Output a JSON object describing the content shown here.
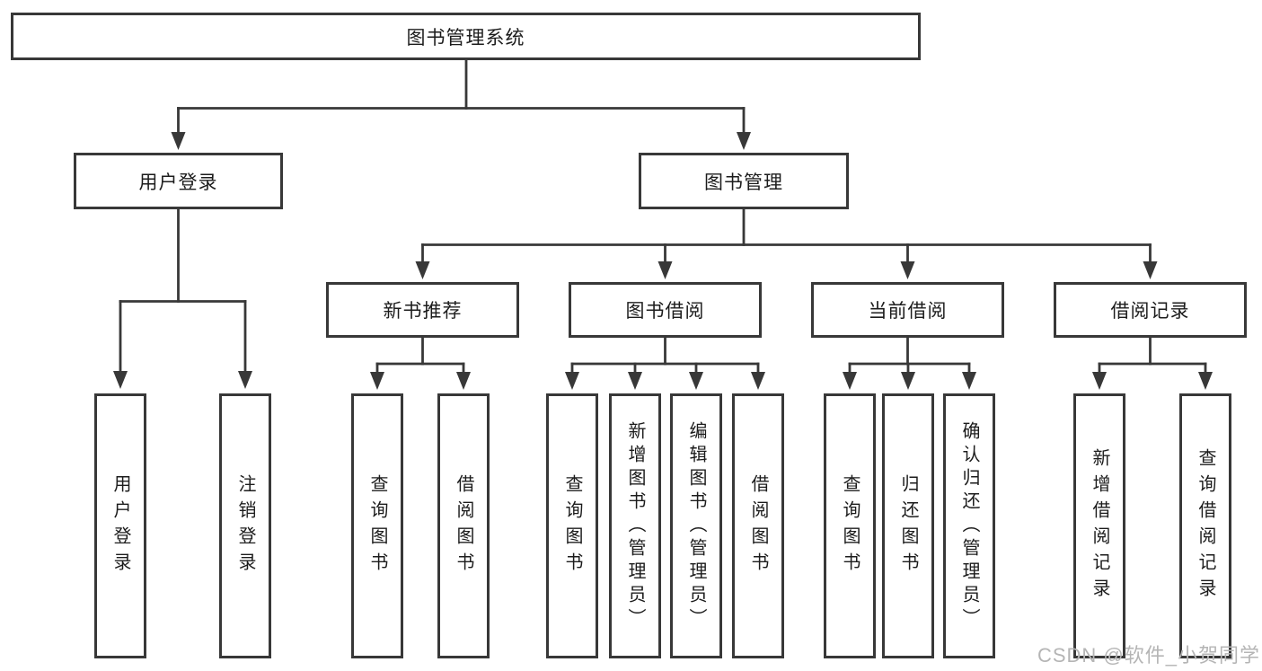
{
  "diagram": {
    "root": {
      "label": "图书管理系统"
    },
    "level2": [
      {
        "label": "用户登录"
      },
      {
        "label": "图书管理"
      }
    ],
    "level3": [
      {
        "label": "新书推荐"
      },
      {
        "label": "图书借阅"
      },
      {
        "label": "当前借阅"
      },
      {
        "label": "借阅记录"
      }
    ],
    "leaves": [
      {
        "label": "用户登录"
      },
      {
        "label": "注销登录"
      },
      {
        "label": "查询图书"
      },
      {
        "label": "借阅图书"
      },
      {
        "label": "查询图书"
      },
      {
        "label": "新增图书（管理员）"
      },
      {
        "label": "编辑图书（管理员）"
      },
      {
        "label": "借阅图书"
      },
      {
        "label": "查询图书"
      },
      {
        "label": "归还图书"
      },
      {
        "label": "确认归还（管理员）"
      },
      {
        "label": "新增借阅记录"
      },
      {
        "label": "查询借阅记录"
      }
    ]
  },
  "watermark": {
    "text": "CSDN @软件_小贺同学"
  },
  "colors": {
    "line": "#383838",
    "text": "#1c1c1c",
    "watermark": "#b5b5b5",
    "background": "#ffffff"
  }
}
